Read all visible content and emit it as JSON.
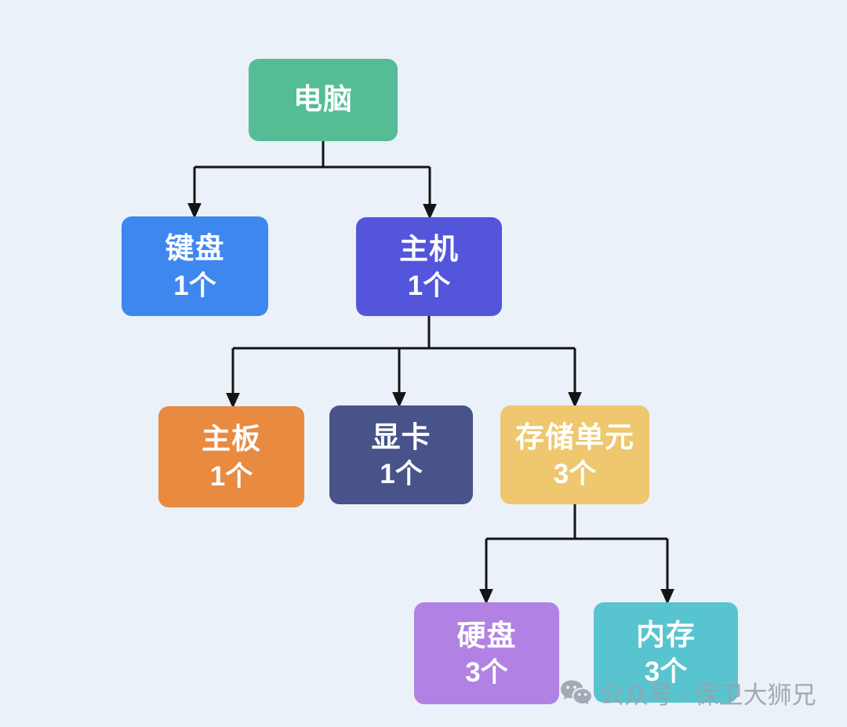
{
  "background": "#ebf1f9",
  "diagram": {
    "type": "tree",
    "edge_color": "#141414",
    "nodes": [
      {
        "id": "computer",
        "label": "电脑",
        "count": "",
        "color": "#55bd96"
      },
      {
        "id": "keyboard",
        "label": "键盘",
        "count": "1个",
        "color": "#3d87ef"
      },
      {
        "id": "host",
        "label": "主机",
        "count": "1个",
        "color": "#5355db"
      },
      {
        "id": "motherboard",
        "label": "主板",
        "count": "1个",
        "color": "#e88a40"
      },
      {
        "id": "gpu",
        "label": "显卡",
        "count": "1个",
        "color": "#475389"
      },
      {
        "id": "storage",
        "label": "存储单元",
        "count": "3个",
        "color": "#eec76e"
      },
      {
        "id": "harddisk",
        "label": "硬盘",
        "count": "3个",
        "color": "#b181e3"
      },
      {
        "id": "memory",
        "label": "内存",
        "count": "3个",
        "color": "#58c4cf"
      }
    ],
    "edges": [
      {
        "from": "电脑",
        "to": "键盘"
      },
      {
        "from": "电脑",
        "to": "主机"
      },
      {
        "from": "主机",
        "to": "主板"
      },
      {
        "from": "主机",
        "to": "显卡"
      },
      {
        "from": "主机",
        "to": "存储单元"
      },
      {
        "from": "存储单元",
        "to": "硬盘"
      },
      {
        "from": "存储单元",
        "to": "内存"
      }
    ]
  },
  "watermark": {
    "icon": "wechat-icon",
    "text": "公众号 · 保卫大狮兄",
    "color": "#9aa1aa"
  }
}
